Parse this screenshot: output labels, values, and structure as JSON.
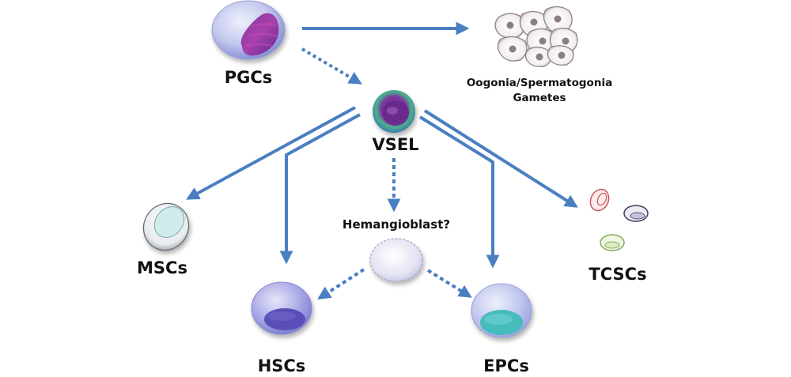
{
  "diagram": {
    "type": "cell-lineage",
    "colors": {
      "arrow": "#4a7fc1",
      "background": "#ffffff",
      "label": "#111111"
    },
    "nodes": {
      "pgcs": {
        "label": "PGCs",
        "icon": "pgc-cell-icon"
      },
      "gametes": {
        "label_line1": "Oogonia/Spermatogonia",
        "label_line2": "Gametes",
        "icon": "germ-cell-cluster-icon"
      },
      "vsel": {
        "label": "VSEL",
        "icon": "vsel-cell-icon"
      },
      "hemangioblast": {
        "label": "Hemangioblast?",
        "icon": "hemangioblast-cell-icon"
      },
      "mscs": {
        "label": "MSCs",
        "icon": "msc-cell-icon"
      },
      "hscs": {
        "label": "HSCs",
        "icon": "hsc-cell-icon"
      },
      "epcs": {
        "label": "EPCs",
        "icon": "epc-cell-icon"
      },
      "tcscs": {
        "label": "TCSCs",
        "icon": "tcsc-cells-icon"
      }
    },
    "edges": [
      {
        "from": "PGCs",
        "to": "Oogonia/Spermatogonia Gametes",
        "style": "solid"
      },
      {
        "from": "PGCs",
        "to": "VSEL",
        "style": "dotted"
      },
      {
        "from": "VSEL",
        "to": "MSCs",
        "style": "solid"
      },
      {
        "from": "VSEL",
        "to": "HSCs",
        "style": "solid"
      },
      {
        "from": "VSEL",
        "to": "EPCs",
        "style": "solid"
      },
      {
        "from": "VSEL",
        "to": "TCSCs",
        "style": "solid"
      },
      {
        "from": "VSEL",
        "to": "Hemangioblast?",
        "style": "dotted"
      },
      {
        "from": "Hemangioblast?",
        "to": "HSCs",
        "style": "dotted"
      },
      {
        "from": "Hemangioblast?",
        "to": "EPCs",
        "style": "dotted"
      }
    ]
  }
}
